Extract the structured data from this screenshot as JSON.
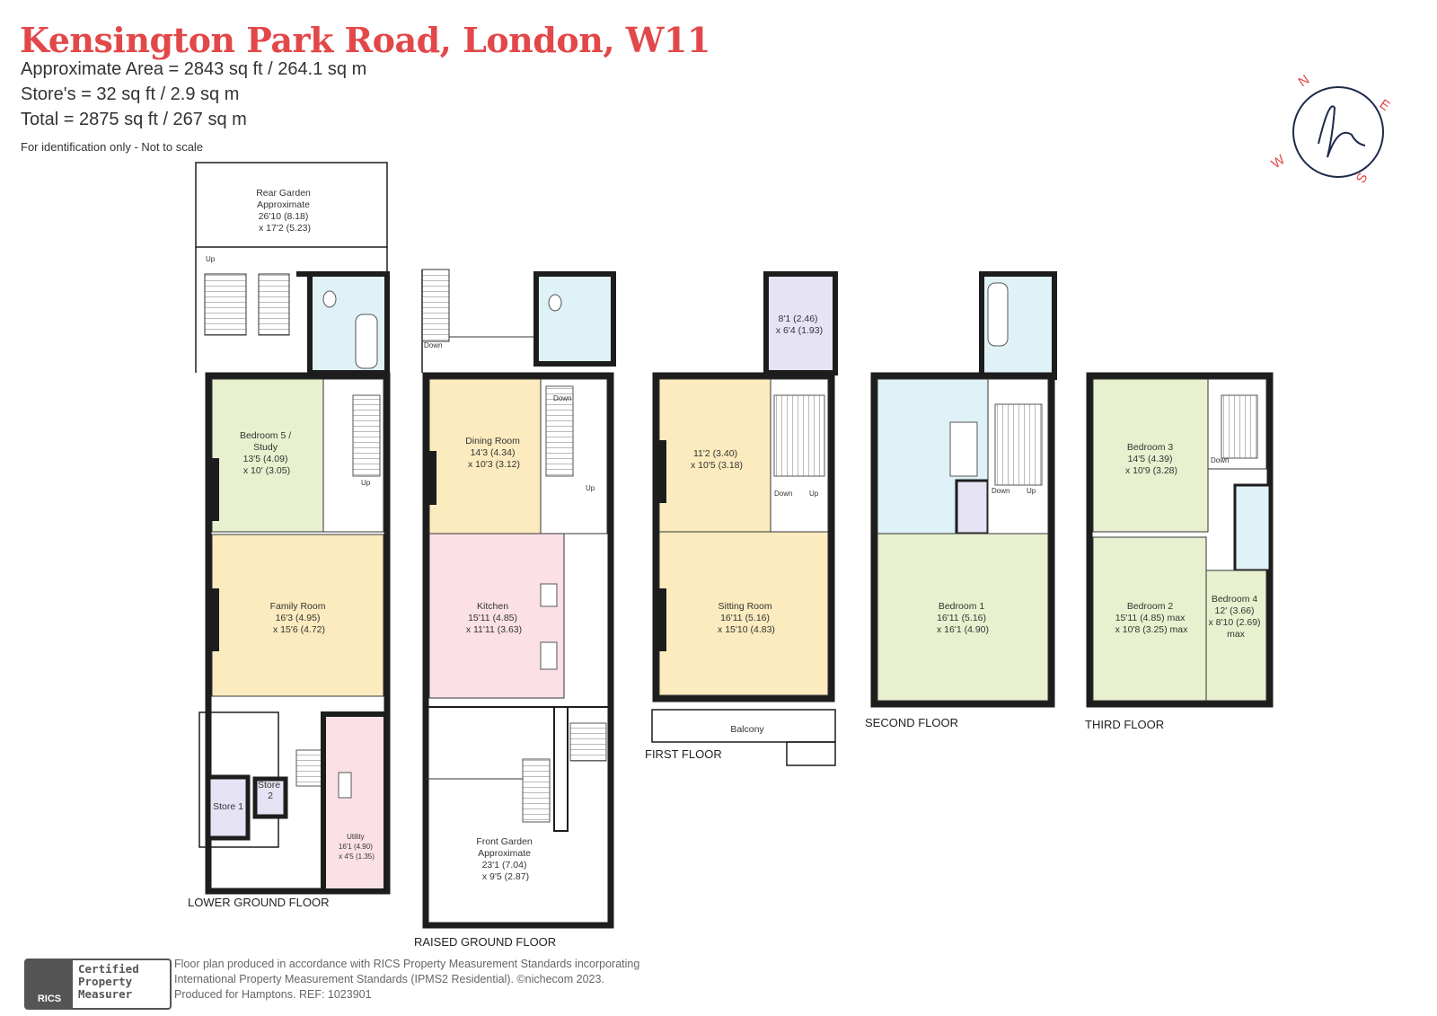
{
  "header": {
    "title": "Kensington Park Road, London, W11",
    "area_lines": [
      "Approximate Area = 2843 sq ft / 264.1 sq m",
      "Store's = 32 sq ft / 2.9 sq m",
      "Total = 2875 sq ft / 267 sq m"
    ],
    "note": "For identification only - Not to scale"
  },
  "compass": {
    "n": "N",
    "e": "E",
    "s": "S",
    "w": "W",
    "logo_glyph": "h"
  },
  "colors": {
    "title": "#e2484a",
    "wall": "#1d1d1d",
    "green": "#e8f1cf",
    "yellow": "#fbebbe",
    "pink": "#fbe1e6",
    "blue": "#dff2f7",
    "lavender": "#e6e3f5"
  },
  "floors": {
    "lower_ground": {
      "label": "LOWER GROUND FLOOR",
      "rear_garden": [
        "Rear Garden",
        "Approximate",
        "26'10 (8.18)",
        "x 17'2 (5.23)"
      ],
      "up": "Up",
      "up2": "Up",
      "bedroom5": [
        "Bedroom 5 /",
        "Study",
        "13'5 (4.09)",
        "x 10' (3.05)"
      ],
      "family": [
        "Family Room",
        "16'3 (4.95)",
        "x 15'6 (4.72)"
      ],
      "store1": "Store 1",
      "store2": [
        "Store",
        "2"
      ],
      "utility": [
        "Utility",
        "16'1 (4.90)",
        "x 4'5 (1.35)"
      ]
    },
    "raised_ground": {
      "label": "RAISED GROUND FLOOR",
      "down": "Down",
      "down2": "Down",
      "up": "Up",
      "dining": [
        "Dining Room",
        "14'3 (4.34)",
        "x 10'3 (3.12)"
      ],
      "kitchen": [
        "Kitchen",
        "15'11 (4.85)",
        "x 11'11 (3.63)"
      ],
      "front_garden": [
        "Front Garden",
        "Approximate",
        "23'1 (7.04)",
        "x 9'5 (2.87)"
      ]
    },
    "first": {
      "label": "FIRST FLOOR",
      "small_room": [
        "8'1 (2.46)",
        "x 6'4 (1.93)"
      ],
      "front_room": [
        "11'2 (3.40)",
        "x 10'5 (3.18)"
      ],
      "sitting": [
        "Sitting Room",
        "16'11 (5.16)",
        "x 15'10 (4.83)"
      ],
      "balcony": "Balcony",
      "down": "Down",
      "up": "Up"
    },
    "second": {
      "label": "SECOND FLOOR",
      "bedroom1": [
        "Bedroom 1",
        "16'11 (5.16)",
        "x 16'1 (4.90)"
      ],
      "down": "Down",
      "up": "Up"
    },
    "third": {
      "label": "THIRD FLOOR",
      "bedroom3": [
        "Bedroom 3",
        "14'5 (4.39)",
        "x 10'9 (3.28)"
      ],
      "bedroom2": [
        "Bedroom 2",
        "15'11 (4.85) max",
        "x 10'8 (3.25) max"
      ],
      "bedroom4": [
        "Bedroom 4",
        "12' (3.66)",
        "x 8'10 (2.69)",
        "max"
      ],
      "down": "Down"
    }
  },
  "footer": {
    "badge": {
      "logo": "RICS",
      "lines": [
        "Certified",
        "Property",
        "Measurer"
      ]
    },
    "lines": [
      "Floor plan produced in accordance with RICS Property Measurement Standards incorporating",
      "International Property Measurement Standards (IPMS2 Residential). ©nichecom 2023.",
      "Produced for Hamptons.  REF: 1023901"
    ]
  }
}
